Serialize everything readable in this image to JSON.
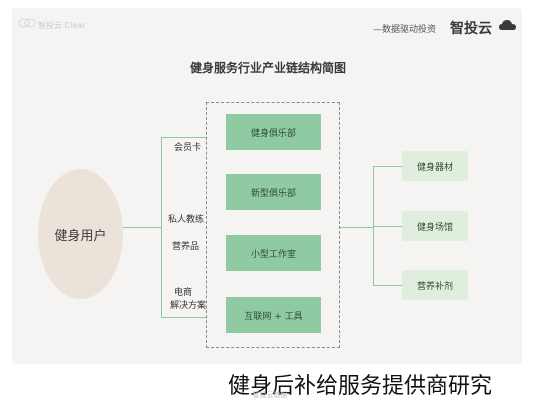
{
  "header": {
    "brand_name": "智投云",
    "brand_sub": "—数据驱动投资",
    "title": "健身服务行业产业链结构简图",
    "watermark": "智投云 Clear"
  },
  "left": {
    "user_label": "健身用户",
    "items": [
      "会员卡",
      "私人教练",
      "营养品",
      "电商",
      "解决方案"
    ]
  },
  "center": {
    "boxes": [
      "健身俱乐部",
      "新型俱乐部",
      "小型工作室",
      "互联网 + 工具"
    ]
  },
  "right": {
    "boxes": [
      "健身器材",
      "健身场馆",
      "营养补剂"
    ]
  },
  "caption": "健身后补给服务提供商研究",
  "bottom_watermark": "-智投云数据-",
  "colors": {
    "green_box": "#8fcaa3",
    "light_green_box": "#dfeedd",
    "line": "#8fc8a0",
    "user_ellipse": "#ebe3da"
  }
}
